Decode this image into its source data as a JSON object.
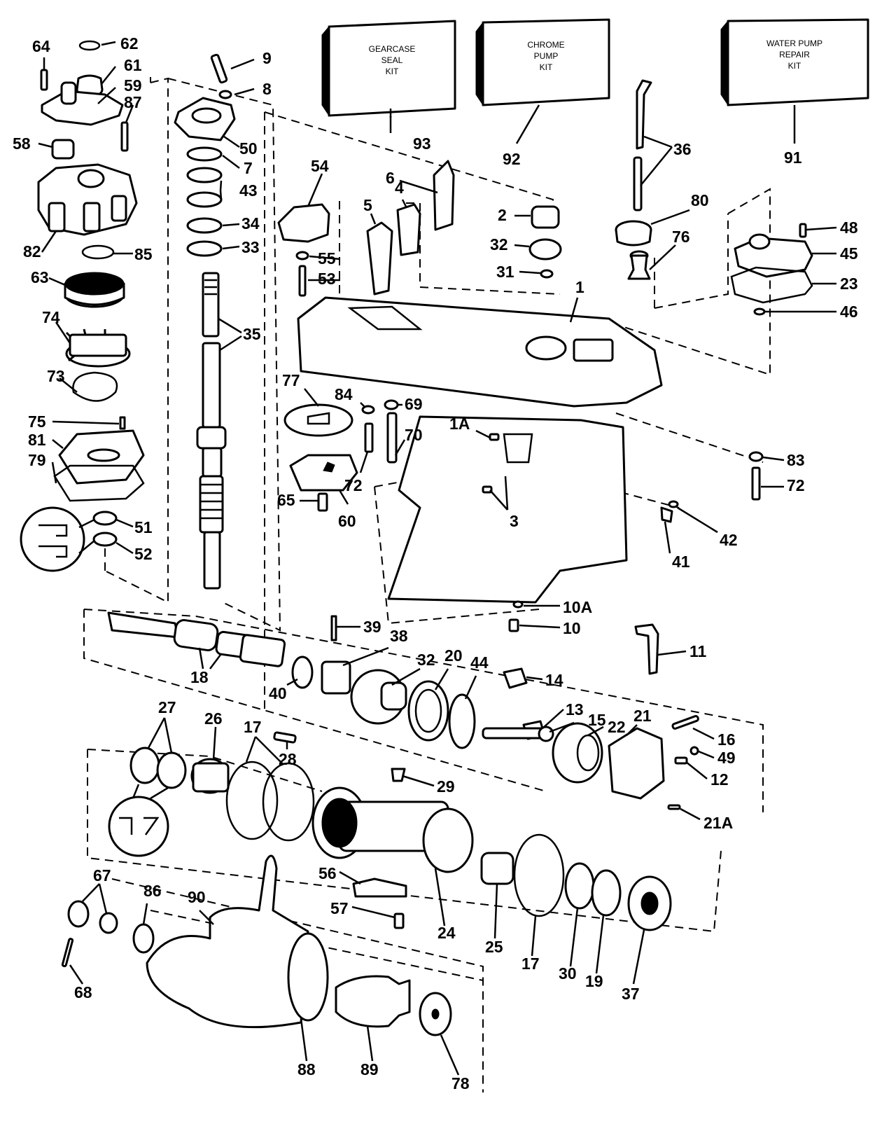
{
  "kits": [
    {
      "lines": [
        "GEARCASE",
        "SEAL",
        "KIT"
      ],
      "ref": "93"
    },
    {
      "lines": [
        "CHROME",
        "PUMP",
        "KIT"
      ],
      "ref": "92"
    },
    {
      "lines": [
        "WATER PUMP",
        "REPAIR",
        "KIT"
      ],
      "ref": "91"
    }
  ],
  "callouts": [
    "64",
    "62",
    "61",
    "59",
    "87",
    "58",
    "9",
    "8",
    "50",
    "7",
    "43",
    "34",
    "33",
    "35",
    "82",
    "85",
    "63",
    "74",
    "73",
    "75",
    "81",
    "79",
    "51",
    "52",
    "54",
    "55",
    "53",
    "6",
    "5",
    "4",
    "2",
    "32",
    "31",
    "1",
    "36",
    "80",
    "76",
    "48",
    "45",
    "23",
    "46",
    "77",
    "84",
    "69",
    "70",
    "72",
    "65",
    "60",
    "1A",
    "3",
    "83",
    "72",
    "42",
    "41",
    "10A",
    "10",
    "39",
    "38",
    "32",
    "20",
    "44",
    "11",
    "14",
    "13",
    "15",
    "22",
    "21",
    "16",
    "49",
    "12",
    "21A",
    "18",
    "40",
    "27",
    "26",
    "17",
    "28",
    "29",
    "56",
    "57",
    "24",
    "25",
    "17",
    "30",
    "19",
    "37",
    "67",
    "86",
    "90",
    "68",
    "88",
    "89",
    "78"
  ]
}
